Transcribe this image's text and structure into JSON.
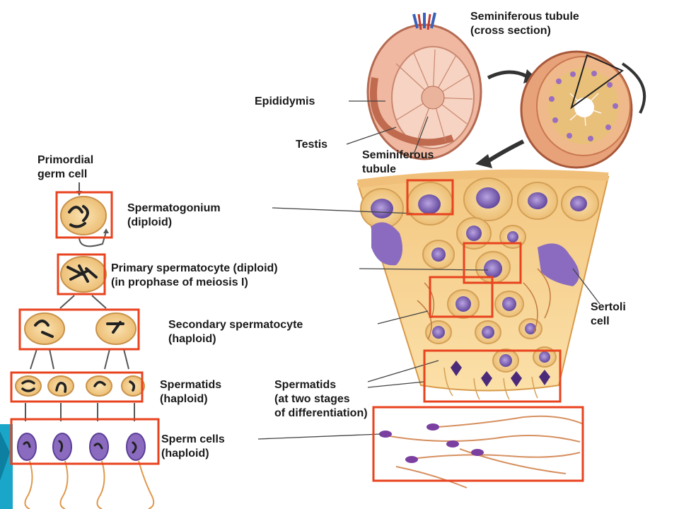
{
  "labels": {
    "seminiferous_tubule_cross_section": {
      "line1": "Seminiferous tubule",
      "line2": "(cross section)"
    },
    "epididymis": "Epididymis",
    "testis": "Testis",
    "seminiferous_tubule": {
      "line1": "Seminiferous",
      "line2": "tubule"
    },
    "primordial_germ_cell": {
      "line1": "Primordial",
      "line2": "germ cell"
    },
    "spermatogonium": {
      "line1": "Spermatogonium",
      "line2": "(diploid)"
    },
    "primary_spermatocyte": {
      "line1": "Primary spermatocyte (diploid)",
      "line2": "(in prophase of meiosis I)"
    },
    "secondary_spermatocyte": {
      "line1": "Secondary spermatocyte",
      "line2": "(haploid)"
    },
    "spermatids_left": {
      "line1": "Spermatids",
      "line2": "(haploid)"
    },
    "spermatids_right": {
      "line1": "Spermatids",
      "line2": "(at two stages",
      "line3": "of differentiation)"
    },
    "sertoli_cell": {
      "line1": "Sertoli",
      "line2": "cell"
    },
    "sperm_cells": {
      "line1": "Sperm cells",
      "line2": "(haploid)"
    }
  },
  "colors": {
    "highlight_box": "#e8431f",
    "tissue": "#f6cf88",
    "nucleus": "#7a5fb0",
    "sidebar_accent": "#1aa6c9"
  }
}
